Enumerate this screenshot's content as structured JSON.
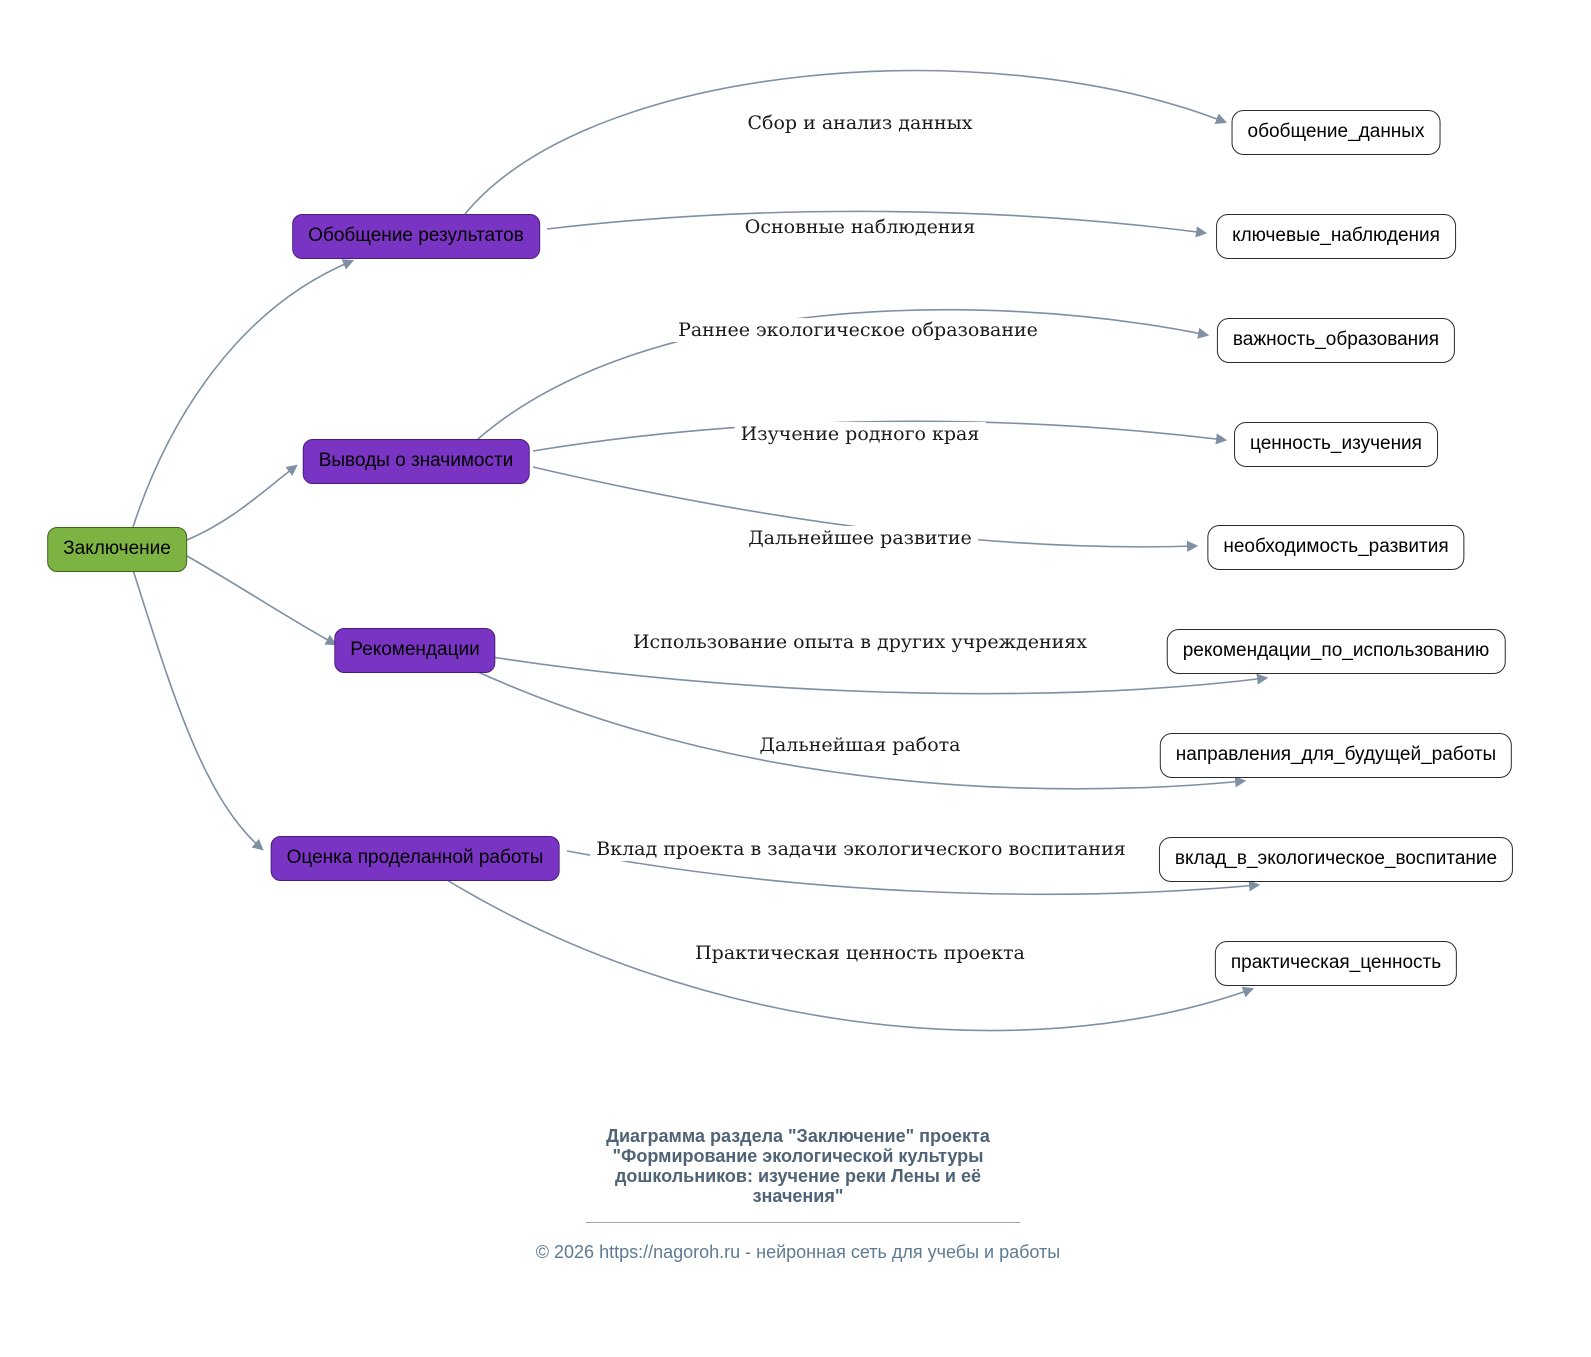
{
  "colors": {
    "background": "#ffffff",
    "root_fill": "#7cb342",
    "root_border": "#3e641c",
    "branch_fill": "#7a34c4",
    "branch_border": "#4a1d7e",
    "leaf_fill": "#ffffff",
    "leaf_border": "#2b2b2b",
    "node_text": "#000000",
    "edge": "#7f8fa4",
    "edge_label": "#1a1a1a",
    "footer_title": "#4f6377",
    "footer_copyright": "#5d7b94"
  },
  "diagram": {
    "root": {
      "label": "Заключение"
    },
    "branches": [
      {
        "label": "Обобщение результатов"
      },
      {
        "label": "Выводы о значимости"
      },
      {
        "label": "Рекомендации"
      },
      {
        "label": "Оценка проделанной работы"
      }
    ],
    "edges": [
      {
        "from": "Обобщение результатов",
        "label": "Сбор и анализ данных",
        "to": "обобщение_данных"
      },
      {
        "from": "Обобщение результатов",
        "label": "Основные наблюдения",
        "to": "ключевые_наблюдения"
      },
      {
        "from": "Выводы о значимости",
        "label": "Раннее экологическое образование",
        "to": "важность_образования"
      },
      {
        "from": "Выводы о значимости",
        "label": "Изучение родного края",
        "to": "ценность_изучения"
      },
      {
        "from": "Выводы о значимости",
        "label": "Дальнейшее развитие",
        "to": "необходимость_развития"
      },
      {
        "from": "Рекомендации",
        "label": "Использование опыта в других учреждениях",
        "to": "рекомендации_по_использованию"
      },
      {
        "from": "Рекомендации",
        "label": "Дальнейшая работа",
        "to": "направления_для_будущей_работы"
      },
      {
        "from": "Оценка проделанной работы",
        "label": "Вклад проекта в задачи экологического воспитания",
        "to": "вклад_в_экологическое_воспитание"
      },
      {
        "from": "Оценка проделанной работы",
        "label": "Практическая ценность проекта",
        "to": "практическая_ценность"
      }
    ]
  },
  "footer": {
    "title": "Диаграмма раздела \"Заключение\" проекта\n\"Формирование экологической культуры\nдошкольников: изучение реки Лены и её\nзначения\"",
    "copyright": "© 2026 https://nagoroh.ru - нейронная сеть для учебы и работы"
  }
}
